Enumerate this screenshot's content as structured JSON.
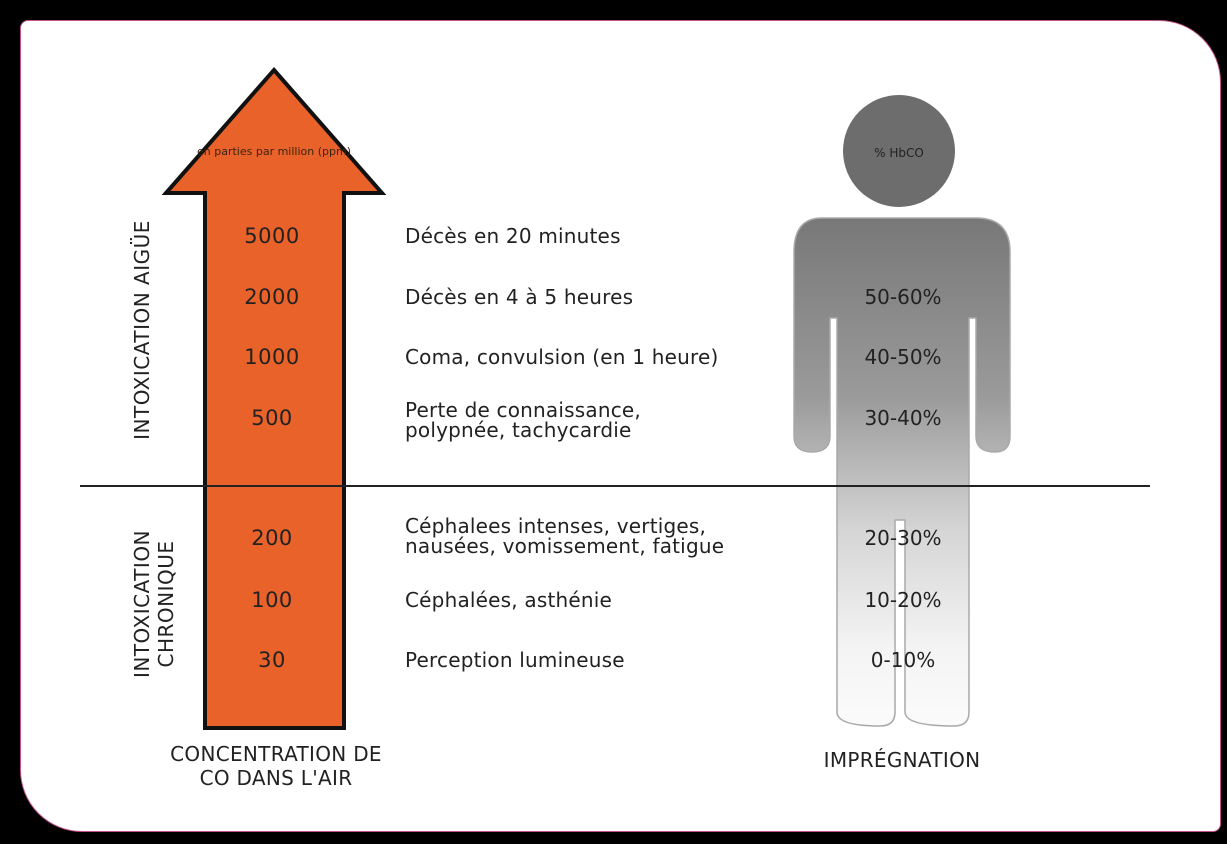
{
  "arrow": {
    "unit_label": "en parties par million (ppm)",
    "color": "#e8622a"
  },
  "sections": {
    "acute": "INTOXICATION AIGÜE",
    "chronic": "INTOXICATION CHRONIQUE"
  },
  "rows": [
    {
      "ppm": "5000",
      "effect": "Décès en 20 minutes",
      "hbco": ""
    },
    {
      "ppm": "2000",
      "effect": "Décès en 4 à 5 heures",
      "hbco": "50-60%"
    },
    {
      "ppm": "1000",
      "effect": "Coma, convulsion (en 1 heure)",
      "hbco": "40-50%"
    },
    {
      "ppm": "500",
      "effect": "Perte de connaissance, polypnée, tachycardie",
      "hbco": "30-40%"
    },
    {
      "ppm": "200",
      "effect": "Céphalees intenses, vertiges, nausées, vomissement, fatigue",
      "hbco": "20-30%"
    },
    {
      "ppm": "100",
      "effect": "Céphalées, asthénie",
      "hbco": "10-20%"
    },
    {
      "ppm": "30",
      "effect": "Perception lumineuse",
      "hbco": "0-10%"
    }
  ],
  "figure": {
    "head_label": "% HbCO"
  },
  "captions": {
    "concentration": "CONCENTRATION DE CO DANS L'AIR",
    "impregnation": "IMPRÉGNATION"
  }
}
